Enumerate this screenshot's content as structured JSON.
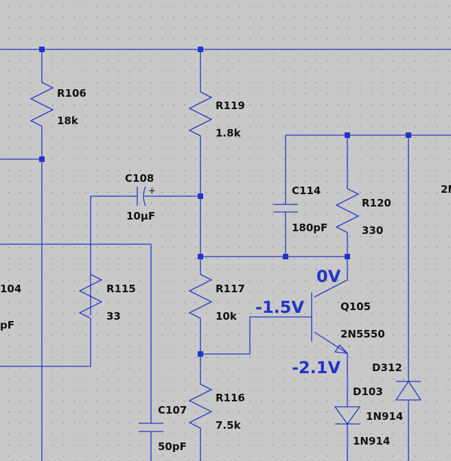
{
  "components": {
    "r106": {
      "ref": "R106",
      "value": "18k"
    },
    "r119": {
      "ref": "R119",
      "value": "1.8k"
    },
    "c108": {
      "ref": "C108",
      "value": "10µF",
      "polarity": "+"
    },
    "c114": {
      "ref": "C114",
      "value": "180pF"
    },
    "r120": {
      "ref": "R120",
      "value": "330"
    },
    "r115": {
      "ref": "R115",
      "value": "33"
    },
    "r117": {
      "ref": "R117",
      "value": "10k"
    },
    "q105": {
      "ref": "Q105",
      "value": "2N5550"
    },
    "r116": {
      "ref": "R116",
      "value": "7.5k"
    },
    "c107": {
      "ref": "C107",
      "value": "50pF"
    },
    "d103": {
      "ref": "D103",
      "value": "1N914",
      "value2": "1N914"
    },
    "d312": {
      "ref": "D312"
    },
    "left_partial": {
      "ref": "104",
      "value": "pF"
    },
    "right_partial": {
      "ref": "2N"
    }
  },
  "voltages": {
    "collector": "0V",
    "base": "-1.5V",
    "emitter": "-2.1V"
  },
  "colors": {
    "wire": "#1f35c8",
    "background": "#c8c8c8",
    "label": "#111111",
    "voltage": "#1f35c8"
  }
}
